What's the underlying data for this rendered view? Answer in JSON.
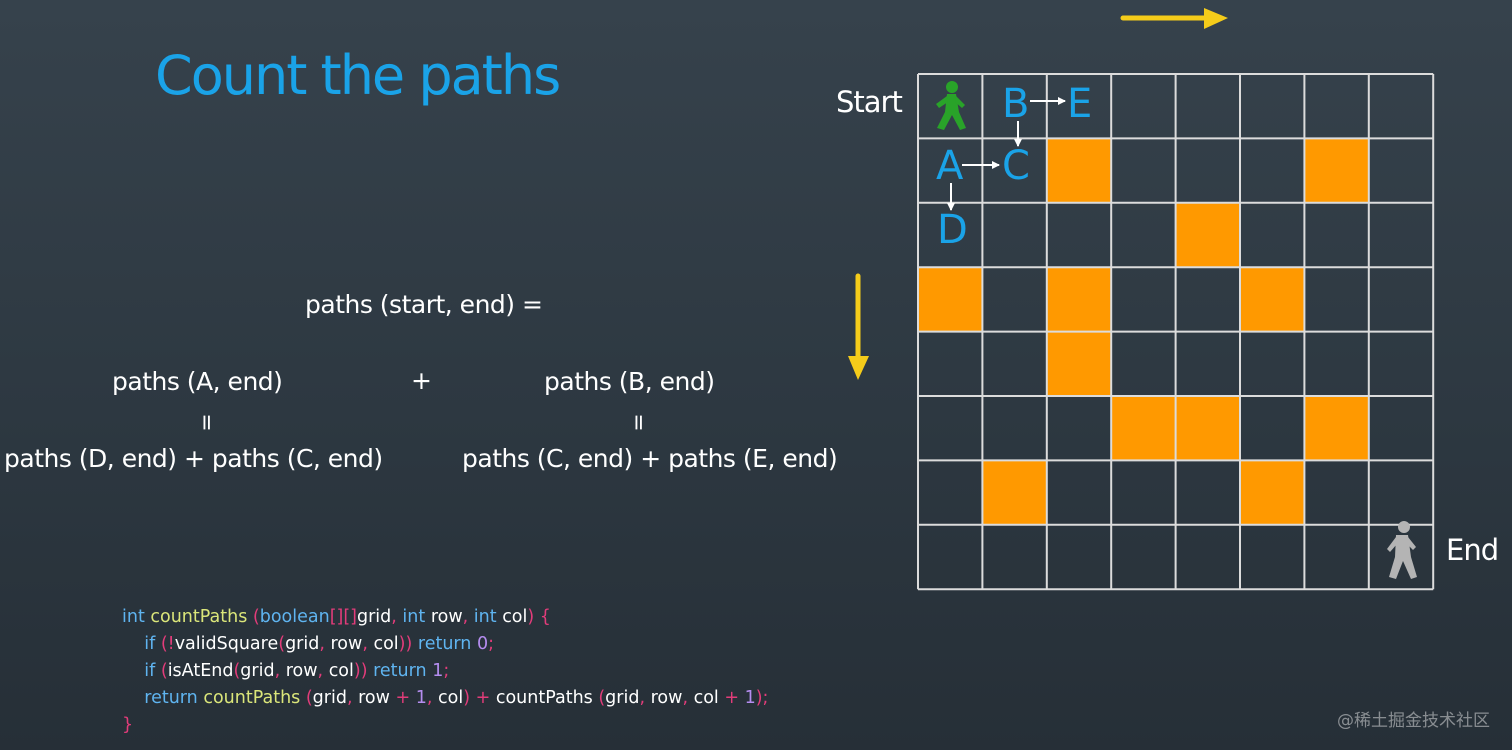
{
  "title": "Count the paths",
  "colors": {
    "accent": "#1aa3e8",
    "cell_blocked": "#ff9900",
    "arrow": "#f5cc1a",
    "grid_line": "#dcdcdc",
    "start_figure": "#29a329",
    "end_figure": "#b4b4b4"
  },
  "grid": {
    "rows": 8,
    "cols": 8,
    "blocked": [
      [
        1,
        2
      ],
      [
        1,
        6
      ],
      [
        2,
        4
      ],
      [
        3,
        0
      ],
      [
        3,
        2
      ],
      [
        3,
        5
      ],
      [
        4,
        2
      ],
      [
        5,
        3
      ],
      [
        5,
        4
      ],
      [
        5,
        6
      ],
      [
        6,
        1
      ],
      [
        6,
        5
      ]
    ],
    "start_label": "Start",
    "end_label": "End",
    "start_icon": "walking-person-icon",
    "end_icon": "walking-person-icon",
    "letters": {
      "A": "A",
      "B": "B",
      "C": "C",
      "D": "D",
      "E": "E"
    }
  },
  "formula": {
    "top": "paths (start, end) =",
    "left_term": "paths (A, end)",
    "plus": "+",
    "right_term": "paths (B, end)",
    "eq_left": "=",
    "eq_right": "=",
    "left_expansion": "paths (D, end) + paths (C, end)",
    "right_expansion": "paths (C, end) + paths (E, end)"
  },
  "code": [
    [
      [
        "kw",
        "int "
      ],
      [
        "fn",
        "countPaths "
      ],
      [
        "pu",
        "("
      ],
      [
        "kw",
        "boolean"
      ],
      [
        "pu",
        "[][]"
      ],
      [
        "pl",
        "grid"
      ],
      [
        "pu",
        ", "
      ],
      [
        "kw",
        "int "
      ],
      [
        "pl",
        "row"
      ],
      [
        "pu",
        ", "
      ],
      [
        "kw",
        "int "
      ],
      [
        "pl",
        "col"
      ],
      [
        "pu",
        ") {"
      ]
    ],
    [
      [
        "pl",
        "    "
      ],
      [
        "kw",
        "if "
      ],
      [
        "pu",
        "(!"
      ],
      [
        "pl",
        "validSquare"
      ],
      [
        "pu",
        "("
      ],
      [
        "pl",
        "grid"
      ],
      [
        "pu",
        ", "
      ],
      [
        "pl",
        "row"
      ],
      [
        "pu",
        ", "
      ],
      [
        "pl",
        "col"
      ],
      [
        "pu",
        "))"
      ],
      [
        "kw",
        " return "
      ],
      [
        "nm",
        "0"
      ],
      [
        "pu",
        ";"
      ]
    ],
    [
      [
        "pl",
        "    "
      ],
      [
        "kw",
        "if "
      ],
      [
        "pu",
        "("
      ],
      [
        "pl",
        "isAtEnd"
      ],
      [
        "pu",
        "("
      ],
      [
        "pl",
        "grid"
      ],
      [
        "pu",
        ", "
      ],
      [
        "pl",
        "row"
      ],
      [
        "pu",
        ", "
      ],
      [
        "pl",
        "col"
      ],
      [
        "pu",
        "))"
      ],
      [
        "kw",
        " return "
      ],
      [
        "nm",
        "1"
      ],
      [
        "pu",
        ";"
      ]
    ],
    [
      [
        "pl",
        "    "
      ],
      [
        "kw",
        "return "
      ],
      [
        "fn",
        "countPaths "
      ],
      [
        "pu",
        "("
      ],
      [
        "pl",
        "grid"
      ],
      [
        "pu",
        ", "
      ],
      [
        "pl",
        "row "
      ],
      [
        "pu",
        "+ "
      ],
      [
        "nm",
        "1"
      ],
      [
        "pu",
        ", "
      ],
      [
        "pl",
        "col"
      ],
      [
        "pu",
        ") + "
      ],
      [
        "pl",
        "countPaths "
      ],
      [
        "pu",
        "("
      ],
      [
        "pl",
        "grid"
      ],
      [
        "pu",
        ", "
      ],
      [
        "pl",
        "row"
      ],
      [
        "pu",
        ", "
      ],
      [
        "pl",
        "col "
      ],
      [
        "pu",
        "+ "
      ],
      [
        "nm",
        "1"
      ],
      [
        "pu",
        ");"
      ]
    ],
    [
      [
        "pu",
        "}"
      ]
    ]
  ],
  "watermark": "@稀土掘金技术社区"
}
